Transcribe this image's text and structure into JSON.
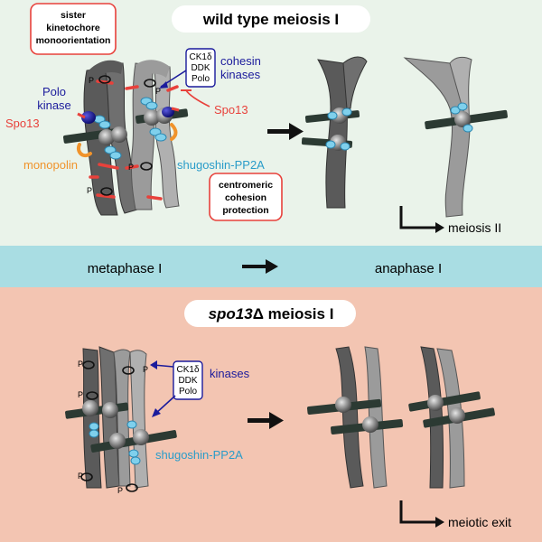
{
  "colors": {
    "top_bg": "#eaf3ea",
    "band_bg": "#a9dde3",
    "bottom_bg": "#f3c5b2",
    "dark_chromatid": "#5a5a5a",
    "light_chromatid": "#9b9b9b",
    "red": "#e8413b",
    "blue": "#1b1b9c",
    "cyan": "#4fb3d9",
    "orange": "#f0932b",
    "microtubule": "#2c3a33"
  },
  "top": {
    "title": "wild type meiosis I",
    "box_monoorientation": [
      "sister",
      "kinetochore",
      "monoorientation"
    ],
    "box_protection": [
      "centromeric",
      "cohesion",
      "protection"
    ],
    "kinase_box": [
      "CK1δ",
      "DDK",
      "Polo"
    ],
    "kinase_label": [
      "cohesin",
      "kinases"
    ],
    "polo_label": [
      "Polo",
      "kinase"
    ],
    "spo13_left": "Spo13",
    "spo13_right": "Spo13",
    "monopolin": "monopolin",
    "shugoshin": "shugoshin-PP2A",
    "phospho": "P",
    "next_stage": "meiosis II"
  },
  "band": {
    "left": "metaphase I",
    "right": "anaphase I"
  },
  "bottom": {
    "title_italic": "spo13",
    "title_rest": "Δ meiosis I",
    "kinase_box": [
      "CK1δ",
      "DDK",
      "Polo"
    ],
    "kinase_label": "kinases",
    "shugoshin": "shugoshin-PP2A",
    "phospho": "P",
    "next_stage": "meiotic exit"
  }
}
